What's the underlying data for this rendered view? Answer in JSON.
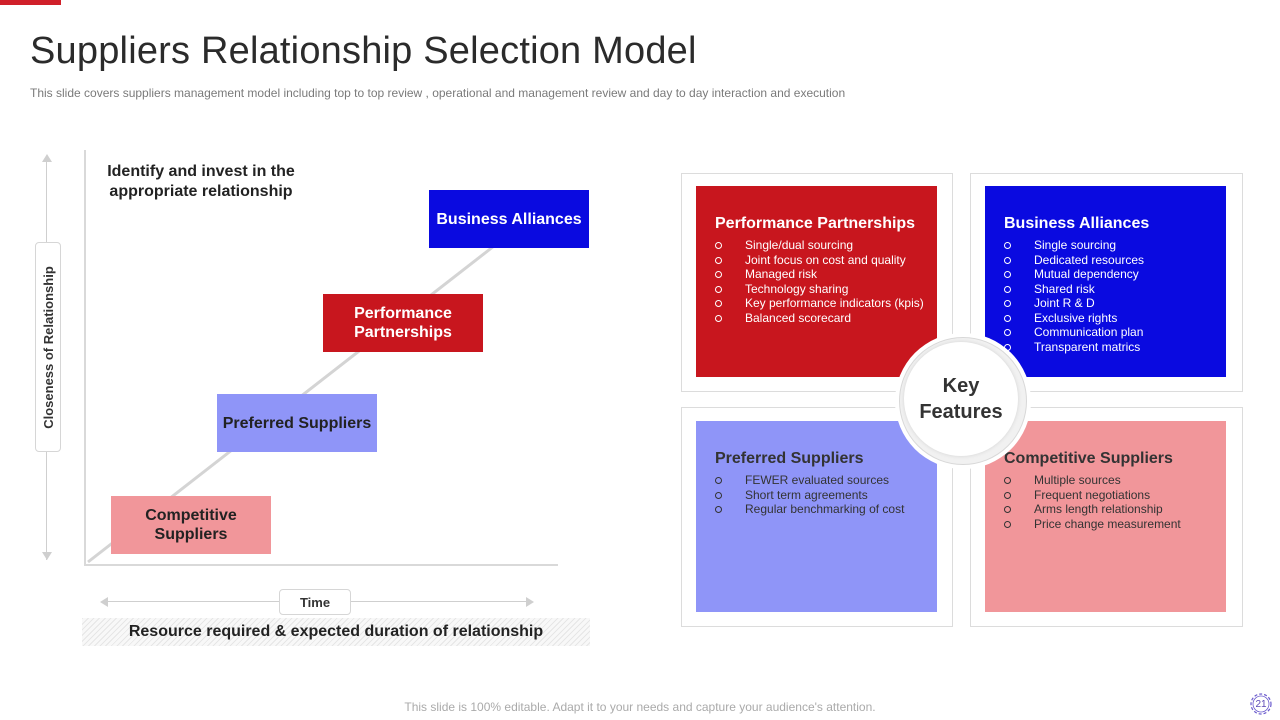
{
  "slide": {
    "title": "Suppliers Relationship Selection Model",
    "subtitle": "This slide covers suppliers management model including top to top review ,  operational and management review and day to  day interaction and execution",
    "footer": "This slide is 100% editable. Adapt it to your needs and capture your audience's attention.",
    "page_number": "21",
    "accent_color": "#d0202a"
  },
  "diagram": {
    "intro": "Identify and invest in the appropriate relationship",
    "y_axis_label": "Closeness of Relationship",
    "x_axis_label": "Time",
    "bottom_caption": "Resource required & expected duration of relationship",
    "stages": [
      {
        "label": "Business Alliances",
        "color": "#0a0ae0"
      },
      {
        "label": "Performance Partnerships",
        "color": "#c8161e"
      },
      {
        "label": "Preferred Suppliers",
        "color": "#8f95f8"
      },
      {
        "label": "Competitive Suppliers",
        "color": "#f1969a"
      }
    ]
  },
  "features": {
    "center": "Key Features",
    "quadrants": [
      {
        "title": "Performance Partnerships",
        "color": "#c8161e",
        "items": [
          "Single/dual sourcing",
          "Joint focus on cost and quality",
          "Managed risk",
          "Technology sharing",
          "Key performance indicators (kpis)",
          "Balanced scorecard"
        ]
      },
      {
        "title": "Business Alliances",
        "color": "#0a0ae0",
        "items": [
          "Single sourcing",
          "Dedicated resources",
          "Mutual dependency",
          "Shared risk",
          "Joint R & D",
          "Exclusive rights",
          "Communication plan",
          "Transparent matrics"
        ]
      },
      {
        "title": "Preferred Suppliers",
        "color": "#8f95f8",
        "items": [
          "FEWER evaluated sources",
          "Short term agreements",
          "Regular benchmarking of cost"
        ]
      },
      {
        "title": "Competitive Suppliers",
        "color": "#f1969a",
        "items": [
          "Multiple sources",
          "Frequent negotiations",
          "Arms length relationship",
          "Price change measurement"
        ]
      }
    ]
  }
}
